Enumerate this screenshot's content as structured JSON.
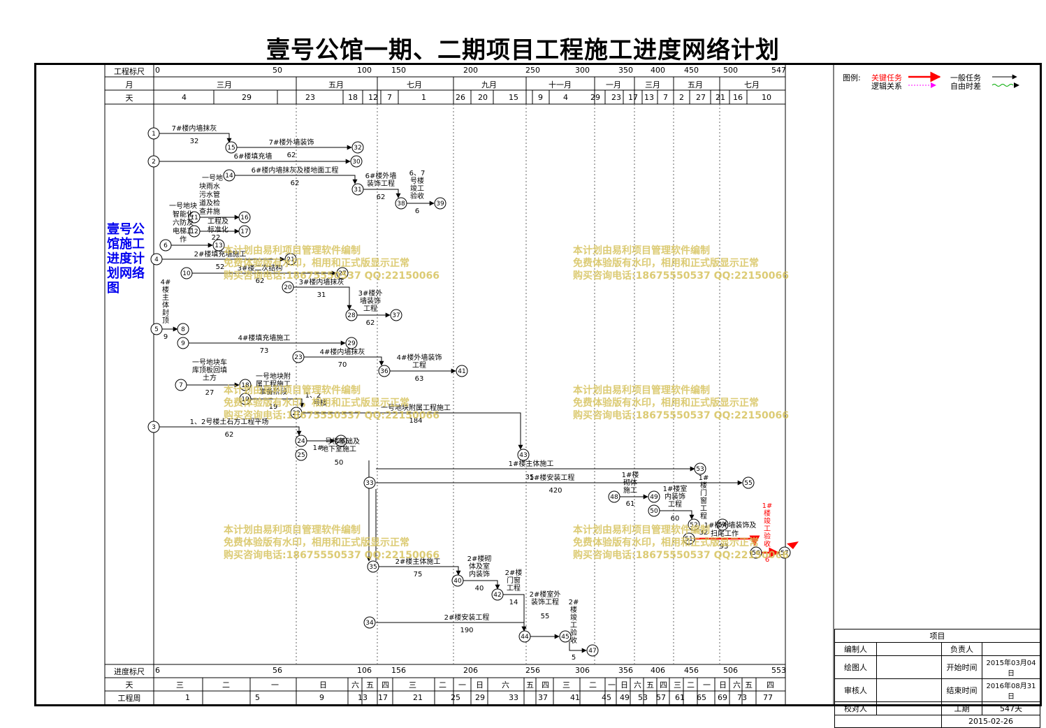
{
  "title": "壹号公馆一期、二期项目工程施工进度网络计划",
  "side_title": "壹号公馆施工进度计划网络图",
  "header": {
    "scale_label": "工程标尺",
    "month_label": "月",
    "day_label": "天",
    "scale_ticks": [
      "0",
      "50",
      "100",
      "150",
      "200",
      "250",
      "300",
      "350",
      "400",
      "450",
      "500",
      "547"
    ],
    "months": [
      "三月",
      "五月",
      "七月",
      "九月",
      "十一月",
      "一月",
      "三月",
      "五月",
      "七月"
    ],
    "days": [
      "4",
      "29",
      "23",
      "18",
      "12",
      "7",
      "1",
      "26",
      "20",
      "15",
      "9",
      "4",
      "29",
      "23",
      "17",
      "13",
      "7",
      "2",
      "27",
      "21",
      "16",
      "10"
    ]
  },
  "footer": {
    "progress_label": "进度标尺",
    "weekday_label": "天",
    "week_label": "工程周",
    "progress_ticks": [
      "6",
      "56",
      "106",
      "156",
      "206",
      "256",
      "306",
      "356",
      "406",
      "456",
      "506",
      "553"
    ],
    "weekdays": [
      "三",
      "二",
      "一",
      "日",
      "六",
      "五",
      "四",
      "三",
      "二",
      "一",
      "日",
      "六",
      "五",
      "四",
      "三",
      "二",
      "一",
      "日",
      "六",
      "五",
      "四",
      "三",
      "二",
      "一",
      "日",
      "六",
      "五",
      "四"
    ],
    "weeks": [
      "1",
      "5",
      "9",
      "13",
      "17",
      "21",
      "25",
      "29",
      "33",
      "37",
      "41",
      "45",
      "49",
      "53",
      "57",
      "61",
      "65",
      "69",
      "73",
      "77"
    ]
  },
  "legend": {
    "label": "图例:",
    "critical": "关键任务",
    "normal": "一般任务",
    "logic": "逻辑关系",
    "float": "自由时差"
  },
  "watermark": [
    "本计划由易利项目管理软件编制",
    "免费体验版有水印，相用和正式版显示正常",
    "购买咨询电话:18675550537 QQ:22150066"
  ],
  "info": {
    "project_label": "项目",
    "compiler_label": "编制人",
    "owner_label": "负责人",
    "drawer_label": "绘图人",
    "start_label": "开始时间",
    "start_value": "2015年03月04日",
    "reviewer_label": "审核人",
    "end_label": "结束时间",
    "end_value": "2016年08月31日",
    "checker_label": "校对人",
    "duration_label": "工期",
    "duration_value": "547天",
    "date_value": "2015-02-26"
  },
  "colors": {
    "critical": "#ff0000",
    "logic": "#ff00ff",
    "float": "#00aa00",
    "title_blue": "#0000ee",
    "watermark": "#d6c25c"
  }
}
